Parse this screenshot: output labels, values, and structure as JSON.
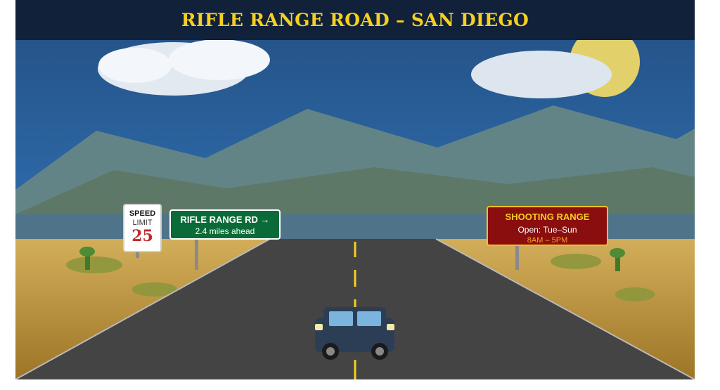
{
  "header": {
    "title": "RIFLE RANGE ROAD – SAN DIEGO"
  },
  "signs": {
    "speed_limit": {
      "line1": "SPEED",
      "line2": "LIMIT",
      "value": "25"
    },
    "direction": {
      "title": "RIFLE RANGE RD →",
      "subtitle": "2.4 miles ahead"
    },
    "shooting_range": {
      "title": "SHOOTING RANGE",
      "days": "Open: Tue–Sun",
      "hours": "8AM – 5PM"
    }
  },
  "colors": {
    "title_bar": "#11213a",
    "title_text": "#f5d020",
    "sky": "#2b5e93",
    "road": "#444444",
    "center_line": "#f5d020",
    "direction_sign": "#0b6b38",
    "range_sign": "#8a0e0e",
    "speed_number": "#c0282c"
  }
}
